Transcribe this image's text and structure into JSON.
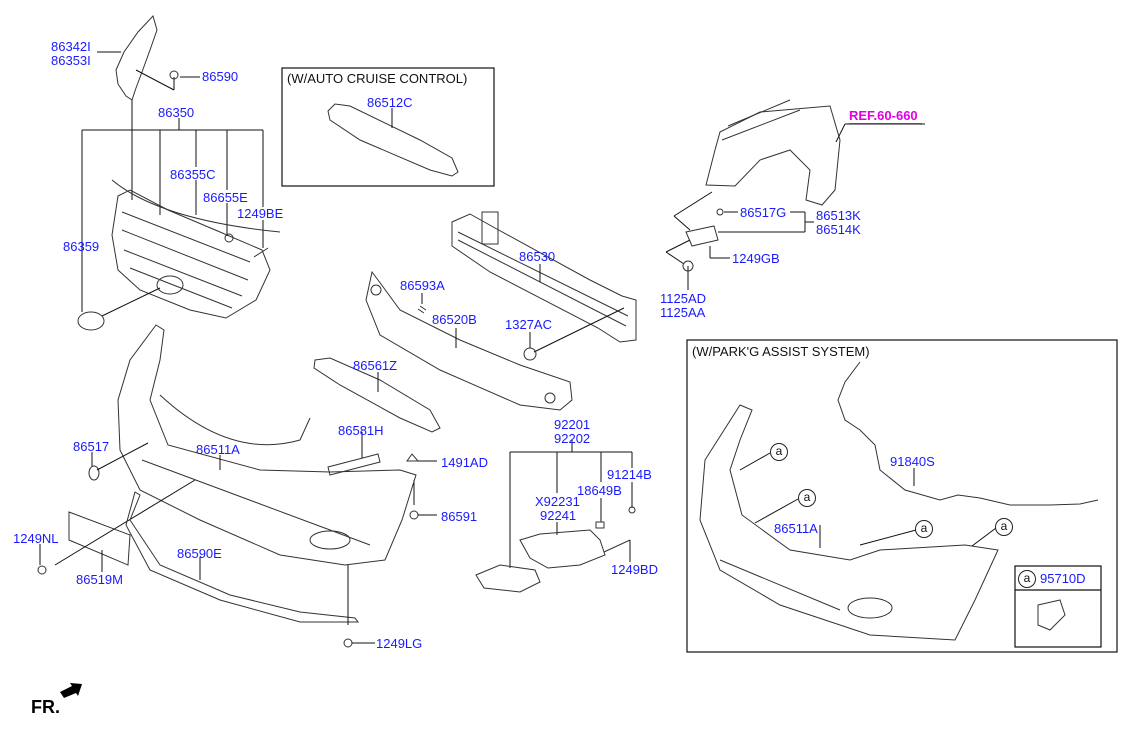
{
  "diagram": {
    "title": "Front Bumper Exploded Parts Diagram",
    "accent_color": "#1a1aff",
    "ref_color": "#e000e0",
    "labels": {
      "p86342I": "86342I",
      "p86353I": "86353I",
      "p86590": "86590",
      "p86350": "86350",
      "p86355C": "86355C",
      "p86655E": "86655E",
      "p1249BE": "1249BE",
      "p86359": "86359",
      "p86512C": "86512C",
      "p86530": "86530",
      "p86593A": "86593A",
      "p86520B": "86520B",
      "p1327AC": "1327AC",
      "p86561Z": "86561Z",
      "p86581H": "86581H",
      "p1491AD": "1491AD",
      "p86591": "86591",
      "p86517": "86517",
      "p86511A": "86511A",
      "p1249NL": "1249NL",
      "p86519M": "86519M",
      "p86590E": "86590E",
      "p1249LG": "1249LG",
      "p92201": "92201",
      "p92202": "92202",
      "p91214B": "91214B",
      "p18649B": "18649B",
      "pX92231": "X92231",
      "p92241": "92241",
      "p1249BD": "1249BD",
      "p86517G": "86517G",
      "p86513K": "86513K",
      "p86514K": "86514K",
      "p1249GB": "1249GB",
      "p1125AD": "1125AD",
      "p1125AA": "1125AA",
      "p91840S": "91840S",
      "p86511A_park": "86511A",
      "p95710D": "95710D"
    },
    "ref_label": "REF.60-660",
    "cruise_box_title": "(W/AUTO CRUISE CONTROL)",
    "park_box_title": "(W/PARK'G ASSIST SYSTEM)",
    "callout_letter": "a",
    "front_indicator": "FR."
  }
}
